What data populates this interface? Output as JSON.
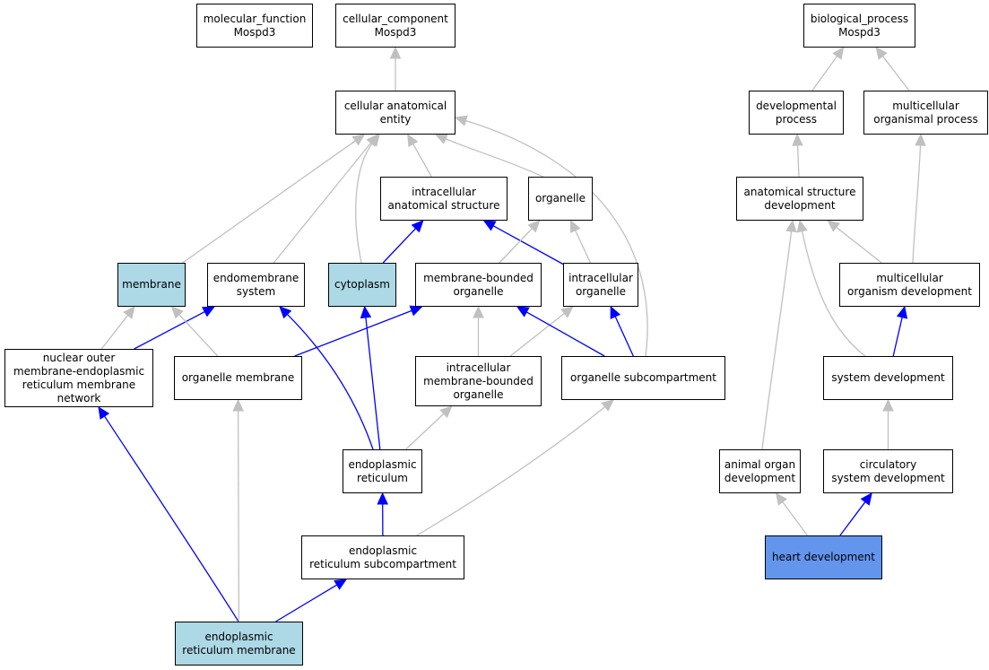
{
  "colors": {
    "default": "#ffffff",
    "highlight": "#add8e6",
    "focus": "#6495ed",
    "edge_is_a": "#c0c0c0",
    "edge_part_of": "#0000ff"
  },
  "nodes": [
    {
      "id": "molecular_function",
      "label": "molecular_function\nMospd3",
      "fill": "default"
    },
    {
      "id": "cellular_component",
      "label": "cellular_component\nMospd3",
      "fill": "default"
    },
    {
      "id": "biological_process",
      "label": "biological_process\nMospd3",
      "fill": "default"
    },
    {
      "id": "cellular_anatomical_entity",
      "label": "cellular anatomical\nentity",
      "fill": "default"
    },
    {
      "id": "developmental_process",
      "label": "developmental\nprocess",
      "fill": "default"
    },
    {
      "id": "multicellular_organismal_process",
      "label": "multicellular\norganismal process",
      "fill": "default"
    },
    {
      "id": "intracellular_anatomical_structure",
      "label": "intracellular\nanatomical structure",
      "fill": "default"
    },
    {
      "id": "organelle",
      "label": "organelle",
      "fill": "default"
    },
    {
      "id": "anatomical_structure_development",
      "label": "anatomical structure\ndevelopment",
      "fill": "default"
    },
    {
      "id": "membrane",
      "label": "membrane",
      "fill": "highlight"
    },
    {
      "id": "endomembrane_system",
      "label": "endomembrane\nsystem",
      "fill": "default"
    },
    {
      "id": "cytoplasm",
      "label": "cytoplasm",
      "fill": "highlight"
    },
    {
      "id": "membrane_bounded_organelle",
      "label": "membrane-bounded\norganelle",
      "fill": "default"
    },
    {
      "id": "intracellular_organelle",
      "label": "intracellular\norganelle",
      "fill": "default"
    },
    {
      "id": "multicellular_organism_development",
      "label": "multicellular\norganism development",
      "fill": "default"
    },
    {
      "id": "nuclear_outer_membrane_er_network",
      "label": "nuclear outer\nmembrane-endoplasmic\nreticulum membrane\nnetwork",
      "fill": "default"
    },
    {
      "id": "organelle_membrane",
      "label": "organelle membrane",
      "fill": "default"
    },
    {
      "id": "intracellular_membrane_bounded_organelle",
      "label": "intracellular\nmembrane-bounded\norganelle",
      "fill": "default"
    },
    {
      "id": "organelle_subcompartment",
      "label": "organelle subcompartment",
      "fill": "default"
    },
    {
      "id": "system_development",
      "label": "system development",
      "fill": "default"
    },
    {
      "id": "endoplasmic_reticulum",
      "label": "endoplasmic\nreticulum",
      "fill": "default"
    },
    {
      "id": "animal_organ_development",
      "label": "animal organ\ndevelopment",
      "fill": "default"
    },
    {
      "id": "circulatory_system_development",
      "label": "circulatory\nsystem development",
      "fill": "default"
    },
    {
      "id": "er_subcompartment",
      "label": "endoplasmic\nreticulum subcompartment",
      "fill": "default"
    },
    {
      "id": "heart_development",
      "label": "heart development",
      "fill": "focus"
    },
    {
      "id": "er_membrane",
      "label": "endoplasmic\nreticulum membrane",
      "fill": "highlight"
    }
  ],
  "edges": [
    {
      "from": "cellular_anatomical_entity",
      "to": "cellular_component",
      "type": "is_a"
    },
    {
      "from": "developmental_process",
      "to": "biological_process",
      "type": "is_a"
    },
    {
      "from": "multicellular_organismal_process",
      "to": "biological_process",
      "type": "is_a"
    },
    {
      "from": "intracellular_anatomical_structure",
      "to": "cellular_anatomical_entity",
      "type": "is_a"
    },
    {
      "from": "organelle",
      "to": "cellular_anatomical_entity",
      "type": "is_a"
    },
    {
      "from": "membrane",
      "to": "cellular_anatomical_entity",
      "type": "is_a"
    },
    {
      "from": "endomembrane_system",
      "to": "cellular_anatomical_entity",
      "type": "is_a"
    },
    {
      "from": "cytoplasm",
      "to": "cellular_anatomical_entity",
      "type": "is_a"
    },
    {
      "from": "organelle_subcompartment",
      "to": "cellular_anatomical_entity",
      "type": "is_a"
    },
    {
      "from": "cytoplasm",
      "to": "intracellular_anatomical_structure",
      "type": "part_of"
    },
    {
      "from": "intracellular_organelle",
      "to": "intracellular_anatomical_structure",
      "type": "part_of"
    },
    {
      "from": "membrane_bounded_organelle",
      "to": "organelle",
      "type": "is_a"
    },
    {
      "from": "intracellular_organelle",
      "to": "organelle",
      "type": "is_a"
    },
    {
      "from": "anatomical_structure_development",
      "to": "developmental_process",
      "type": "is_a"
    },
    {
      "from": "multicellular_organism_development",
      "to": "anatomical_structure_development",
      "type": "is_a"
    },
    {
      "from": "multicellular_organism_development",
      "to": "multicellular_organismal_process",
      "type": "is_a"
    },
    {
      "from": "system_development",
      "to": "anatomical_structure_development",
      "type": "is_a"
    },
    {
      "from": "animal_organ_development",
      "to": "anatomical_structure_development",
      "type": "is_a"
    },
    {
      "from": "nuclear_outer_membrane_er_network",
      "to": "membrane",
      "type": "is_a"
    },
    {
      "from": "nuclear_outer_membrane_er_network",
      "to": "endomembrane_system",
      "type": "part_of"
    },
    {
      "from": "organelle_membrane",
      "to": "membrane",
      "type": "is_a"
    },
    {
      "from": "organelle_membrane",
      "to": "membrane_bounded_organelle",
      "type": "part_of"
    },
    {
      "from": "endoplasmic_reticulum",
      "to": "endomembrane_system",
      "type": "part_of"
    },
    {
      "from": "endoplasmic_reticulum",
      "to": "cytoplasm",
      "type": "part_of"
    },
    {
      "from": "endoplasmic_reticulum",
      "to": "intracellular_membrane_bounded_organelle",
      "type": "is_a"
    },
    {
      "from": "intracellular_membrane_bounded_organelle",
      "to": "membrane_bounded_organelle",
      "type": "is_a"
    },
    {
      "from": "intracellular_membrane_bounded_organelle",
      "to": "intracellular_organelle",
      "type": "is_a"
    },
    {
      "from": "organelle_subcompartment",
      "to": "membrane_bounded_organelle",
      "type": "part_of"
    },
    {
      "from": "organelle_subcompartment",
      "to": "intracellular_organelle",
      "type": "part_of"
    },
    {
      "from": "system_development",
      "to": "multicellular_organism_development",
      "type": "part_of"
    },
    {
      "from": "circulatory_system_development",
      "to": "system_development",
      "type": "is_a"
    },
    {
      "from": "er_subcompartment",
      "to": "endoplasmic_reticulum",
      "type": "part_of"
    },
    {
      "from": "er_subcompartment",
      "to": "organelle_subcompartment",
      "type": "is_a"
    },
    {
      "from": "heart_development",
      "to": "animal_organ_development",
      "type": "is_a"
    },
    {
      "from": "heart_development",
      "to": "circulatory_system_development",
      "type": "part_of"
    },
    {
      "from": "er_membrane",
      "to": "nuclear_outer_membrane_er_network",
      "type": "part_of"
    },
    {
      "from": "er_membrane",
      "to": "organelle_membrane",
      "type": "is_a"
    },
    {
      "from": "er_membrane",
      "to": "er_subcompartment",
      "type": "part_of"
    }
  ]
}
